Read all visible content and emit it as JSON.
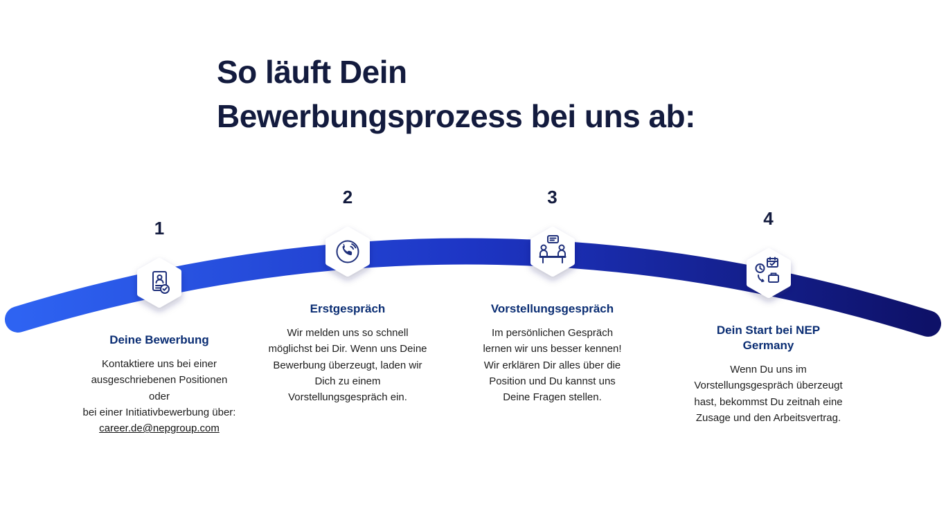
{
  "title": {
    "line1": "So läuft Dein",
    "line2": "Bewerbungsprozess bei uns ab:"
  },
  "steps": [
    {
      "number": "1",
      "icon": "resume-check-icon",
      "heading": "Deine Bewerbung",
      "body": "Kontaktiere uns bei einer\nausgeschriebenen Positionen\noder\nbei einer Initiativbewerbung über:",
      "link": "career.de@nepgroup.com"
    },
    {
      "number": "2",
      "icon": "phone-call-icon",
      "heading": "Erstgespräch",
      "body": "Wir melden uns so schnell möglichst bei Dir. Wenn uns Deine Bewerbung überzeugt, laden wir Dich zu einem Vorstellungsgespräch ein."
    },
    {
      "number": "3",
      "icon": "interview-icon",
      "heading": "Vorstellungsgespräch",
      "body": "Im persönlichen Gespräch lernen wir uns besser kennen! Wir erklären Dir alles über die Position und Du kannst uns Deine Fragen stellen."
    },
    {
      "number": "4",
      "icon": "onboarding-icon",
      "heading": "Dein Start bei NEP\nGermany",
      "body": "Wenn Du uns im Vorstellungsgespräch überzeugt hast, bekommst Du zeitnah eine Zusage und den Arbeitsvertrag."
    }
  ],
  "colors": {
    "title": "#131b3e",
    "number": "#131b3e",
    "heading": "#0a2d73",
    "arc-start": "#2e63f2",
    "arc-mid": "#1d35c4",
    "arc-end": "#0e1168"
  }
}
